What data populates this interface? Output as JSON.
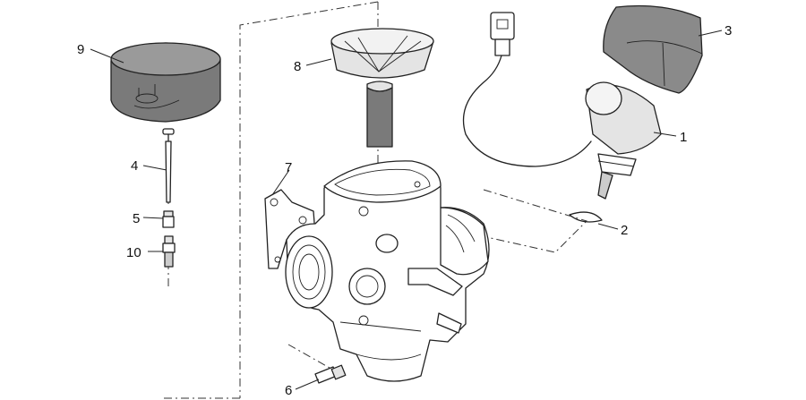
{
  "callouts": {
    "c1": "1",
    "c2": "2",
    "c3": "3",
    "c4": "4",
    "c5": "5",
    "c6": "6",
    "c7": "7",
    "c8": "8",
    "c9": "9",
    "c10": "10"
  },
  "colors": {
    "line": "#222222",
    "dark_fill": "#7a7a7a",
    "mid_fill": "#b4b4b4",
    "light_fill": "#e4e4e4",
    "background": "#ffffff"
  }
}
